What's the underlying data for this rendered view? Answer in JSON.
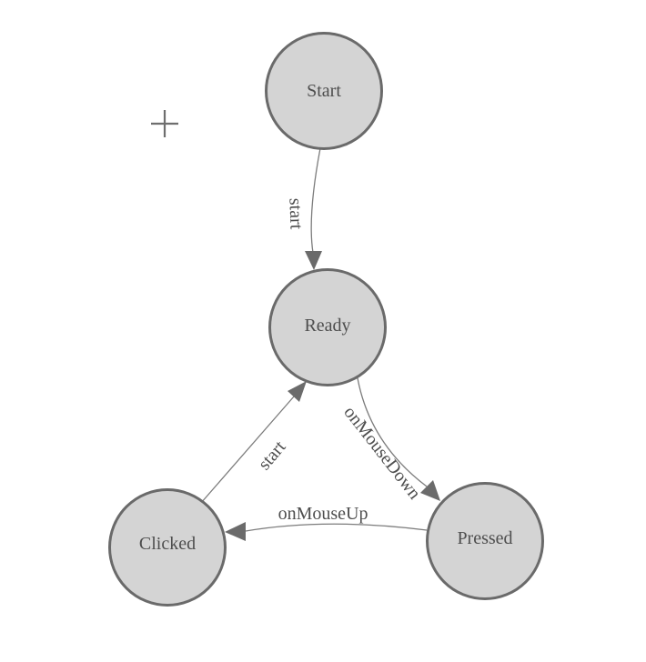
{
  "diagram": {
    "type": "state-machine",
    "nodes": [
      {
        "id": "start",
        "label": "Start"
      },
      {
        "id": "ready",
        "label": "Ready"
      },
      {
        "id": "clicked",
        "label": "Clicked"
      },
      {
        "id": "pressed",
        "label": "Pressed"
      }
    ],
    "edges": [
      {
        "from": "Start",
        "to": "Ready",
        "label": "start"
      },
      {
        "from": "Ready",
        "to": "Pressed",
        "label": "onMouseDown"
      },
      {
        "from": "Pressed",
        "to": "Clicked",
        "label": "onMouseUp"
      },
      {
        "from": "Clicked",
        "to": "Ready",
        "label": "start"
      }
    ],
    "cursor_icon": "crosshair"
  },
  "colors": {
    "background": "#ffffff",
    "nodeFill": "#d4d4d4",
    "nodeStroke": "#6a6a6a",
    "edgeStroke": "#7c7c7c",
    "arrowFill": "#6b6b6b",
    "labelText": "#4e4e4e",
    "crosshair": "#6e6e6e"
  }
}
